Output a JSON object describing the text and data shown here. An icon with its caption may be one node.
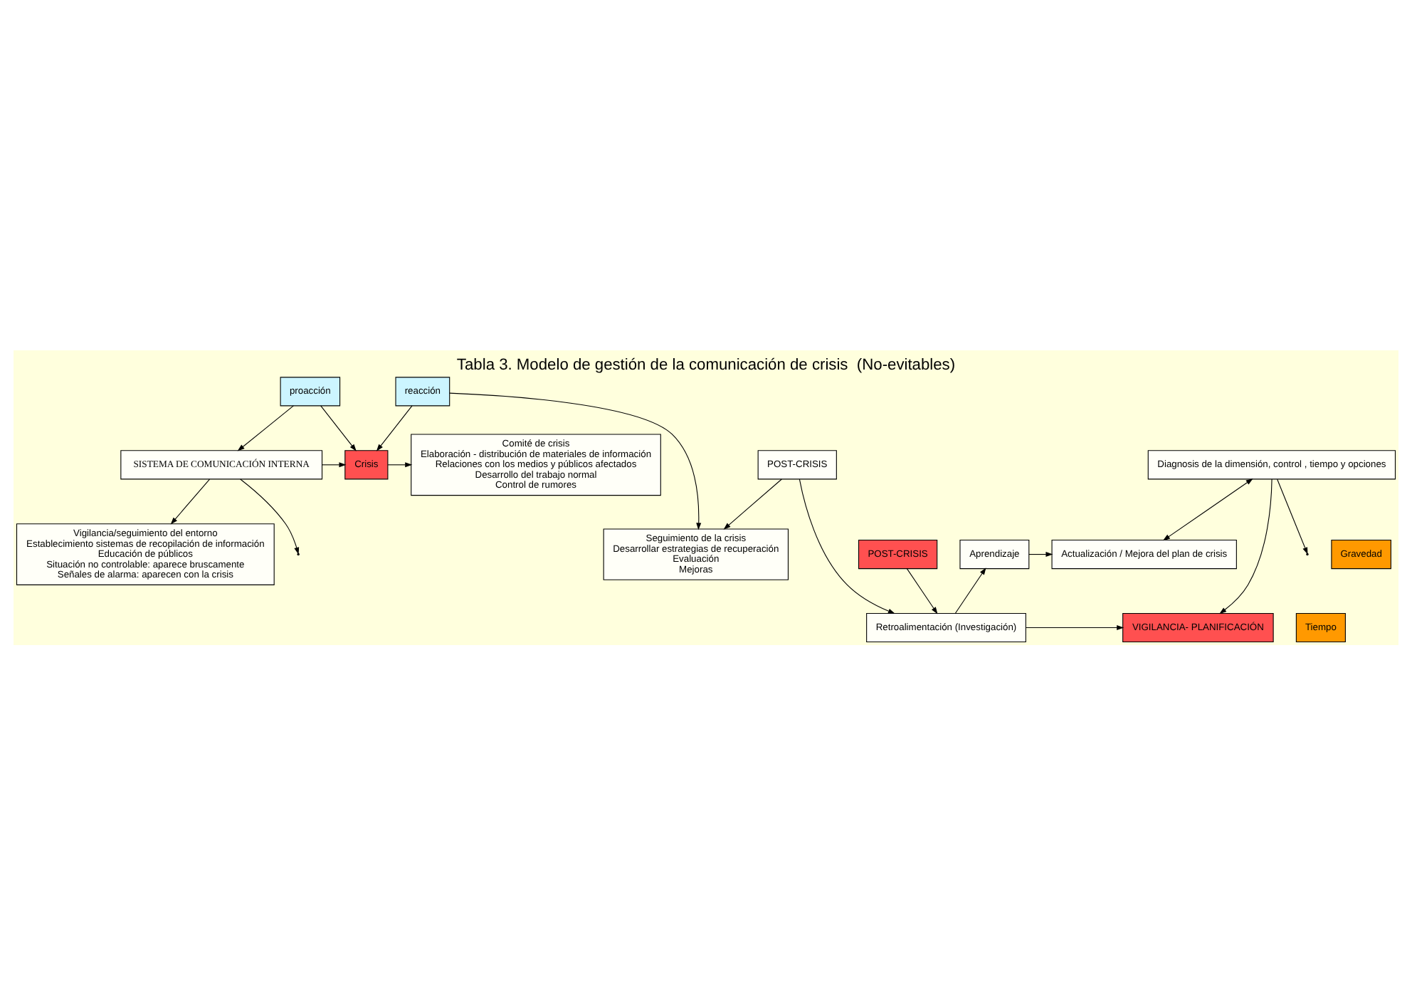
{
  "diagram": {
    "title": "Tabla 3. Modelo de gestión de la comunicación de crisis  (No-evitables)",
    "nodes": [
      {
        "text": [
          "proacción"
        ]
      },
      {
        "text": [
          "reacción"
        ]
      },
      {
        "text": [
          "SISTEMA DE COMUNICACIÓN INTERNA"
        ]
      },
      {
        "text": [
          "Crisis"
        ]
      },
      {
        "text": [
          "Comité de crisis",
          "Elaboración - distribución de materiales de información",
          "Relaciones con los medios y públicos afectados",
          "Desarrollo del trabajo normal",
          "Control de rumores"
        ]
      },
      {
        "text": [
          "Gravedad"
        ]
      },
      {
        "text": [
          "Vigilancia/seguimiento del entorno",
          "Establecimiento sistemas de recopilación de información",
          "Educación de públicos",
          "Situación no controlable: aparece bruscamente",
          "Señales de alarma: aparecen con la crisis"
        ]
      },
      {
        "text": [
          "Seguimiento de la crisis",
          "Desarrollar estrategias de recuperación",
          "Evaluación",
          "Mejoras"
        ]
      },
      {
        "text": [
          "Diagnosis de la dimensión, control , tiempo y opciones"
        ]
      },
      {
        "text": [
          "POST-CRISIS"
        ]
      },
      {
        "text": [
          "Actualización / Mejora del plan de crisis"
        ]
      },
      {
        "text": [
          "Aprendizaje"
        ]
      },
      {
        "text": [
          "POST-CRISIS"
        ]
      },
      {
        "text": [
          "VIGILANCIA- PLANIFICACIÓN"
        ]
      },
      {
        "text": [
          "Retroalimentación (Investigación)"
        ]
      },
      {
        "text": [
          "Tiempo"
        ]
      }
    ],
    "edges": [
      {
        "from": 0,
        "to": 2,
        "arrow": "to"
      },
      {
        "from": 0,
        "to": 3,
        "arrow": "to"
      },
      {
        "from": 1,
        "to": 3,
        "arrow": "to"
      },
      {
        "from": 1,
        "to": 7,
        "arrow": "to"
      },
      {
        "from": 2,
        "to": 3,
        "arrow": "to"
      },
      {
        "from": 2,
        "to": 6,
        "arrow": "to"
      },
      {
        "from": 2,
        "to": null,
        "arrow": "to"
      },
      {
        "from": 3,
        "to": 4,
        "arrow": "to"
      },
      {
        "from": 8,
        "to": null,
        "arrow": "to"
      },
      {
        "from": 8,
        "to": 10,
        "arrow": "both"
      },
      {
        "from": 11,
        "to": 10,
        "arrow": "to"
      },
      {
        "from": 14,
        "to": 11,
        "arrow": "to"
      },
      {
        "from": 14,
        "to": 13,
        "arrow": "to"
      },
      {
        "from": 8,
        "to": 13,
        "arrow": "to"
      },
      {
        "from": 12,
        "to": 14,
        "arrow": "to"
      },
      {
        "from": 9,
        "to": 14,
        "arrow": "to"
      },
      {
        "from": 9,
        "to": 7,
        "arrow": "to"
      }
    ]
  }
}
